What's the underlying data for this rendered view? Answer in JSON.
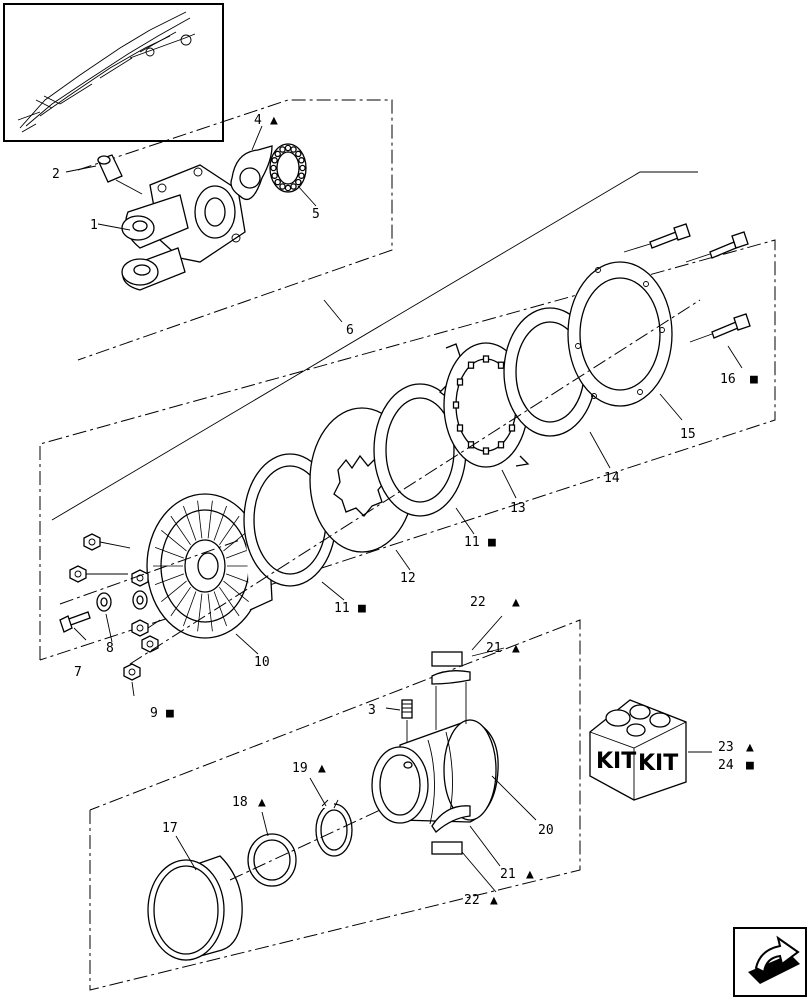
{
  "callouts": {
    "c1": "1",
    "c2": "2",
    "c3": "3",
    "c4": "4",
    "c5": "5",
    "c6": "6",
    "c7": "7",
    "c8": "8",
    "c9": "9",
    "c10": "10",
    "c11a": "11",
    "c11b": "11",
    "c12": "12",
    "c13": "13",
    "c14": "14",
    "c15": "15",
    "c16": "16",
    "c17": "17",
    "c18": "18",
    "c19": "19",
    "c20": "20",
    "c21a": "21",
    "c21b": "21",
    "c22a": "22",
    "c22b": "22",
    "c23": "23",
    "c24": "24"
  },
  "kit_box": {
    "label_left": "KIT",
    "label_right": "KIT"
  },
  "legend_symbols": {
    "triangle": "▲",
    "square": "■"
  },
  "icons": {
    "navigation": "curved-arrow-icon",
    "overview": "tractor-boom-thumbnail"
  }
}
